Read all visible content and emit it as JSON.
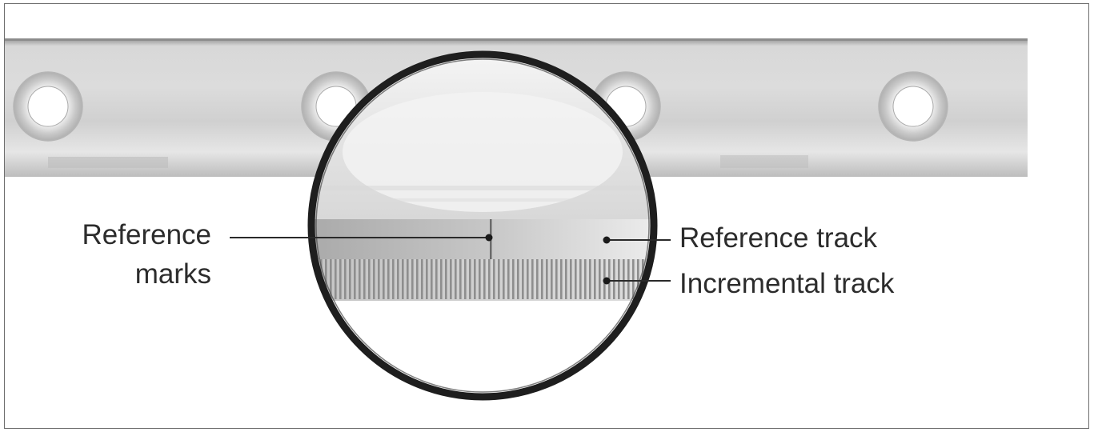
{
  "labels": {
    "reference_marks_line1": "Reference",
    "reference_marks_line2": "marks",
    "reference_track": "Reference track",
    "incremental_track": "Incremental track"
  },
  "colors": {
    "frame_border": "#6e6e6e",
    "scale_bar": "#d6d6d6",
    "lens_ring": "#1e1e1e",
    "text": "#2c2c2c",
    "leader": "#2a2a2a"
  },
  "icons": {
    "mounting_hole": "mounting-hole-icon",
    "magnifier": "magnifier-lens-icon"
  }
}
